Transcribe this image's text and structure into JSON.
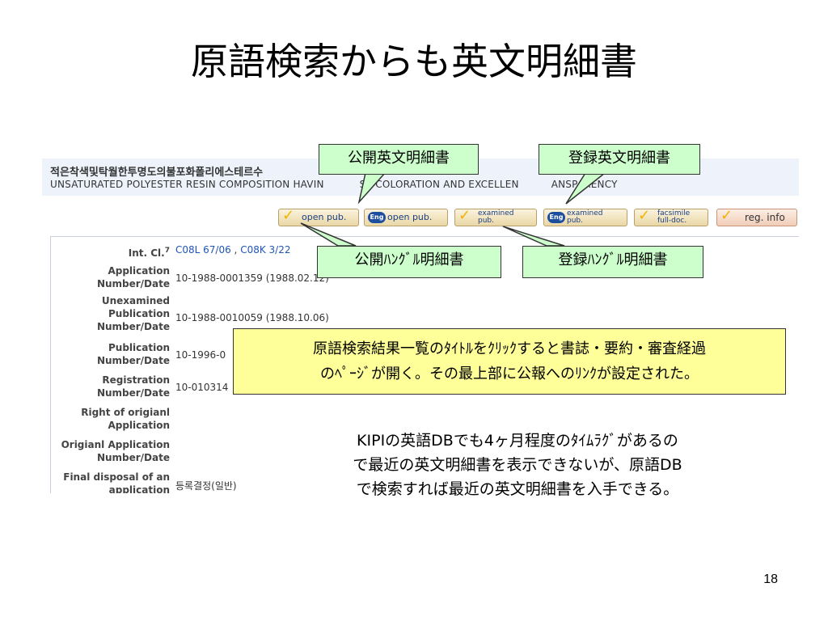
{
  "slide": {
    "title": "原語検索からも英文明細書",
    "page_number": "18"
  },
  "record": {
    "korean_title": "적은착색및탁월한투명도의불포화폴리에스테르수",
    "english_title": "UNSATURATED POLYESTER RESIN COMPOSITION HAVIN",
    "english_title_tail": "SS COLORATION AND EXCELLEN",
    "english_title_end": "ANSPARENCY"
  },
  "toolbar": {
    "buttons": [
      {
        "label": "open pub.",
        "icon": "checkmark-icon"
      },
      {
        "label": "open pub.",
        "icon": "eng-icon",
        "badge": "Eng"
      },
      {
        "label": "examined\npub.",
        "icon": "checkmark-icon"
      },
      {
        "label": "examined\npub.",
        "icon": "eng-icon",
        "badge": "Eng"
      },
      {
        "label": "facsimile\nfull-doc.",
        "icon": "checkmark-icon"
      },
      {
        "label": "reg. info",
        "icon": "checkmark-icon"
      }
    ]
  },
  "fields": {
    "int_cl": {
      "label": "Int. Cl.",
      "sup": "7",
      "value_a": "C08L 67/06",
      "sep": " , ",
      "value_b": "C08K 3/22"
    },
    "application": {
      "label_1": "Application",
      "label_2": "Number/Date",
      "value": "10-1988-0001359   (1988.02.12)"
    },
    "unexamined": {
      "label_1": "Unexamined",
      "label_2": "Publication",
      "label_3": "Number/Date",
      "value": "10-1988-0010059   (1988.10.06)"
    },
    "publication": {
      "label_1": "Publication",
      "label_2": "Number/Date",
      "value": "10-1996-0"
    },
    "registration": {
      "label_1": "Registration",
      "label_2": "Number/Date",
      "value": "10-010314"
    },
    "right_original": {
      "label_1": "Right of origianl",
      "label_2": "Application"
    },
    "original_app": {
      "label_1": "Origianl Application",
      "label_2": "Number/Date"
    },
    "final_disposal": {
      "label_1": "Final disposal of an",
      "label_2": "application",
      "value": "등록결정(일반)"
    }
  },
  "callouts": {
    "open_english": "公開英文明細書",
    "reg_english": "登録英文明細書",
    "open_hangul": "公開ﾊﾝｸﾞﾙ明細書",
    "reg_hangul": "登録ﾊﾝｸﾞﾙ明細書"
  },
  "note": {
    "line1": "原語検索結果一覧のﾀｲﾄﾙをｸﾘｯｸすると書誌・要約・審査経過",
    "line2": "のﾍﾟｰｼﾞが開く。その最上部に公報へのﾘﾝｸが設定された。"
  },
  "body_text": {
    "line1": "KIPIの英語DBでも4ヶ月程度のﾀｲﾑﾗｸﾞがあるの",
    "line2": "で最近の英文明細書を表示できないが、原語DB",
    "line3": "で検索すれば最近の英文明細書を入手できる。"
  },
  "colors": {
    "callout_bg": "#ccffcc",
    "note_bg": "#ffff99",
    "link": "#1f55b8",
    "header_band": "#eef3fb"
  }
}
